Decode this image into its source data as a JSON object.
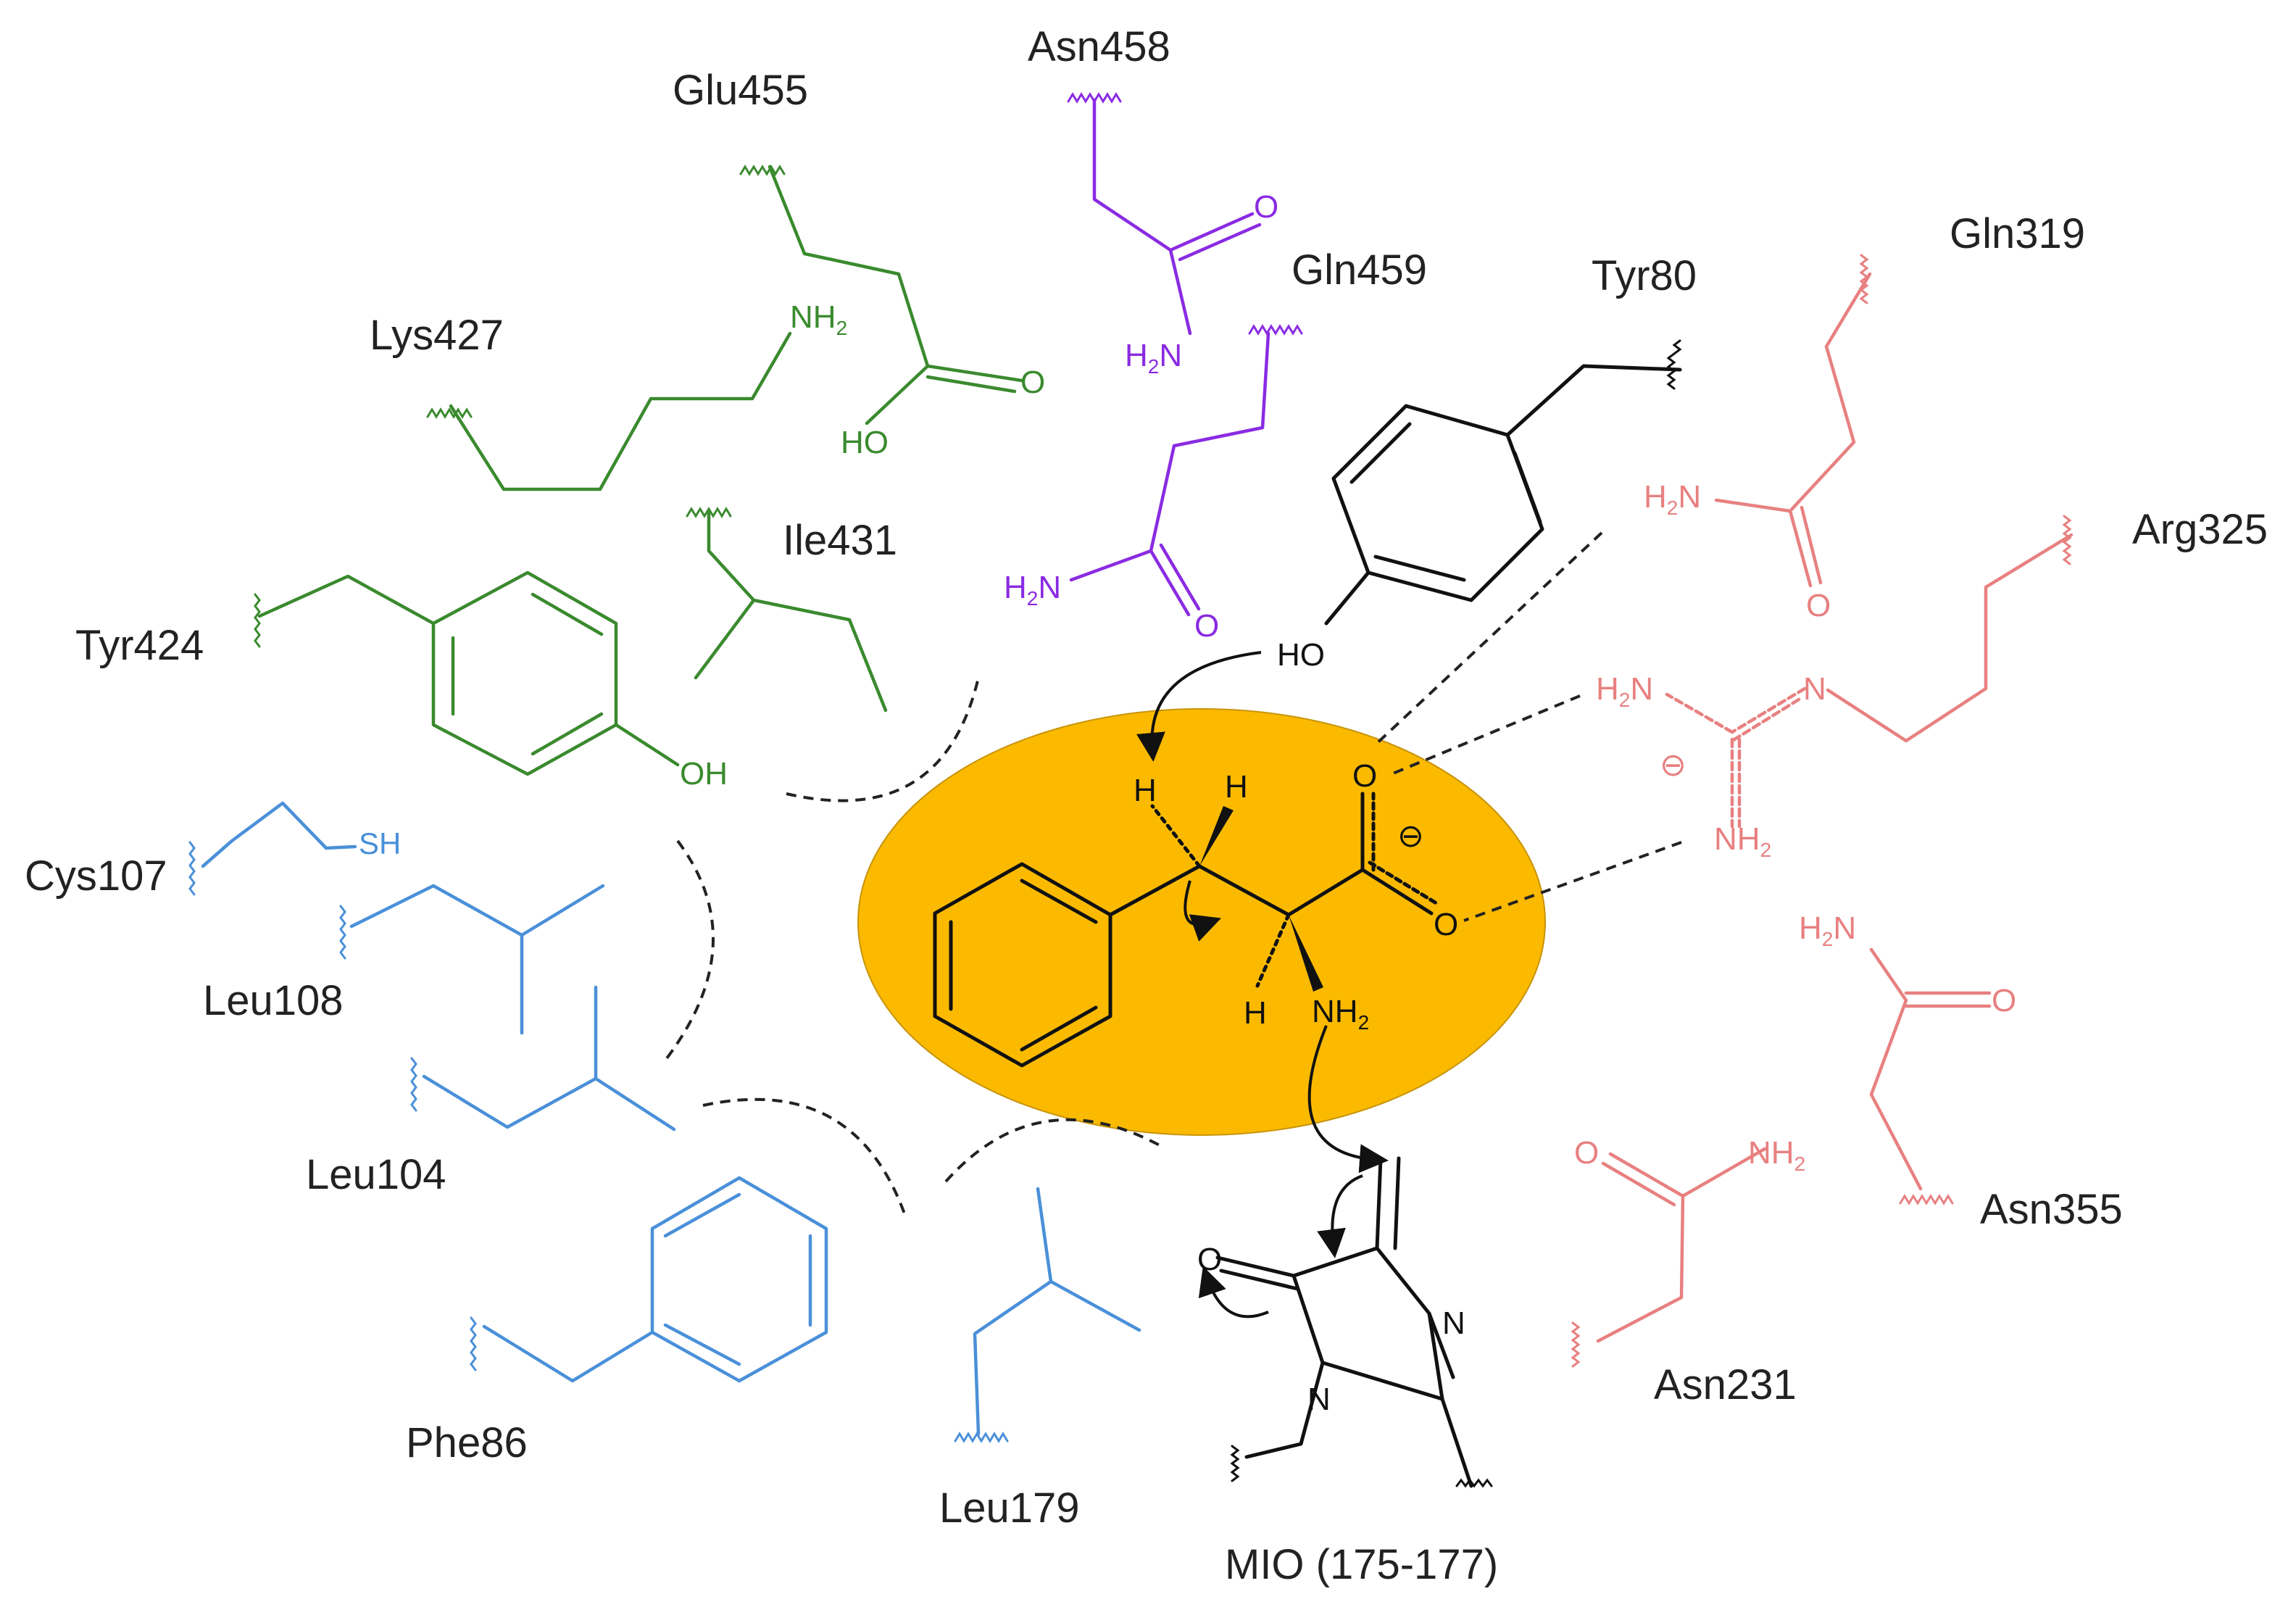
{
  "colors": {
    "substrate_pocket": "#fbba00",
    "green_residues": "#3a8a2e",
    "blue_residues": "#4a90d9",
    "purple_residues": "#8a2be2",
    "pink_residues": "#e88080",
    "black": "#111111"
  },
  "residues": {
    "glu455": "Glu455",
    "asn458": "Asn458",
    "gln459": "Gln459",
    "tyr80": "Tyr80",
    "gln319": "Gln319",
    "lys427": "Lys427",
    "ile431": "Ile431",
    "arg325": "Arg325",
    "tyr424": "Tyr424",
    "cys107": "Cys107",
    "leu108": "Leu108",
    "leu104": "Leu104",
    "phe86": "Phe86",
    "leu179": "Leu179",
    "asn355": "Asn355",
    "asn231": "Asn231",
    "mio": "MIO (175-177)"
  },
  "atoms": {
    "o": "O",
    "n": "N",
    "h": "H",
    "nh": "NH",
    "hn": "H",
    "n_suffix": "N",
    "ho": "HO",
    "oh": "OH",
    "sh": "SH",
    "two": "2",
    "charge_minus": "⊖"
  }
}
